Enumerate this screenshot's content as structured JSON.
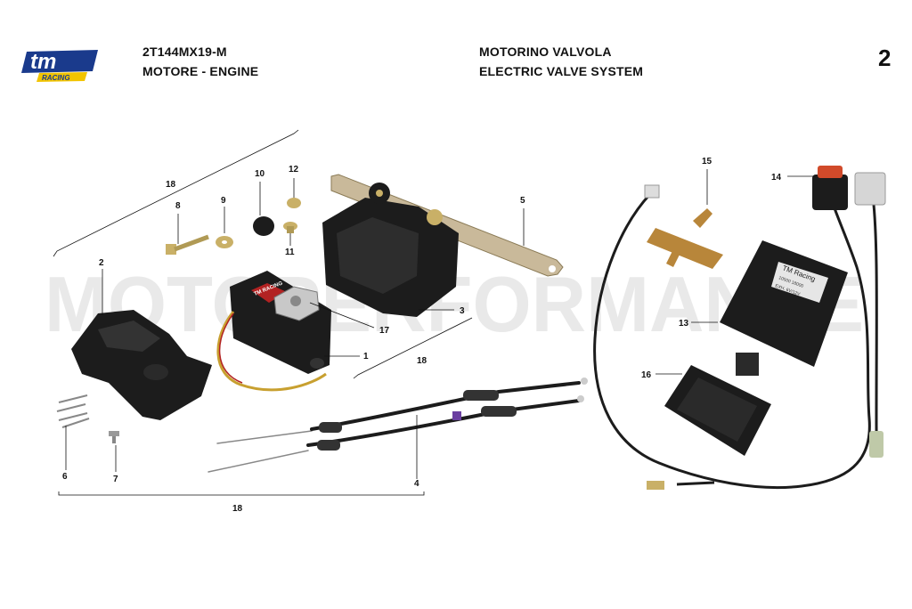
{
  "header": {
    "model_code": "2T144MX19-M",
    "section_title": "MOTORE - ENGINE",
    "group_title_it": "MOTORINO VALVOLA",
    "group_title_en": "ELECTRIC VALVE SYSTEM",
    "page_number": "2"
  },
  "logo": {
    "brand": "tm",
    "subtext": "RACING"
  },
  "watermark": "MOTOPERFORMANCE",
  "callouts": {
    "c1": "1",
    "c2": "2",
    "c3": "3",
    "c4": "4",
    "c5": "5",
    "c6": "6",
    "c7": "7",
    "c8": "8",
    "c9": "9",
    "c10": "10",
    "c11": "11",
    "c12": "12",
    "c13": "13",
    "c14": "14",
    "c15": "15",
    "c16": "16",
    "c17": "17",
    "c18_top": "18",
    "c18_right": "18",
    "c18_bottom": "18"
  },
  "ecu_label": {
    "line1": "TM Racing",
    "line2": "10500 18000",
    "line3": "EXH. 6V/12V"
  },
  "servo_label": "TM RACING",
  "colors": {
    "part_black": "#1c1c1c",
    "brass": "#c9b067",
    "bracket_copper": "#b8863a",
    "logo_blue": "#1a3a8c",
    "logo_yellow": "#f2c400",
    "watermark": "#d8d8d8"
  }
}
